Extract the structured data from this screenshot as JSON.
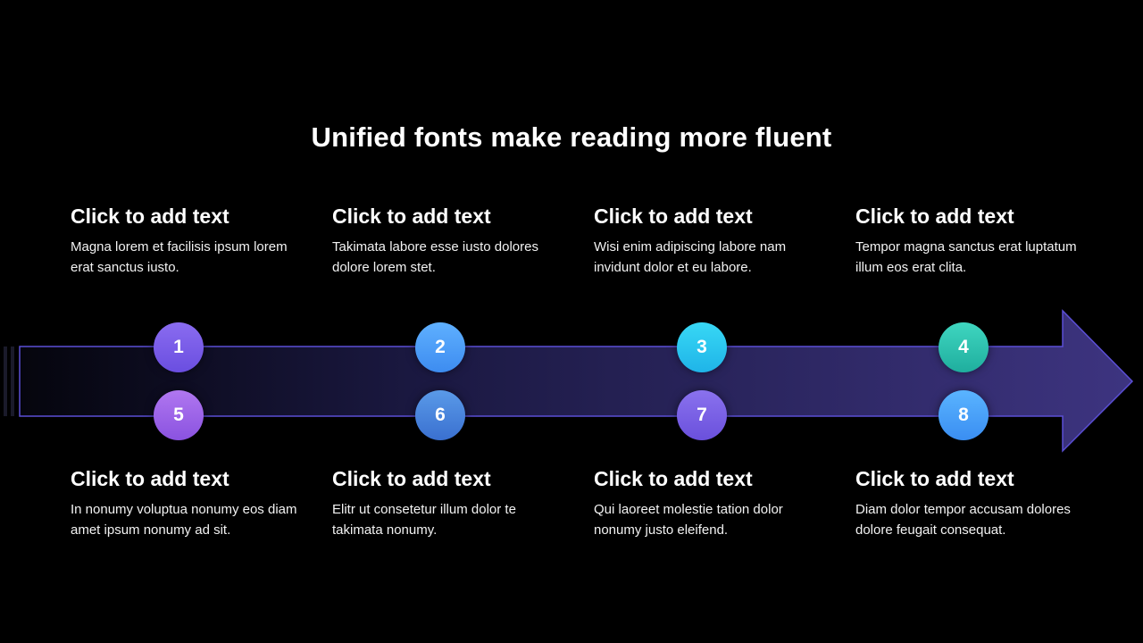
{
  "slide": {
    "title": "Unified fonts make reading more fluent"
  },
  "steps": [
    {
      "number": "1",
      "title": "Click to add text",
      "body": "Magna lorem et facilisis ipsum lorem erat sanctus iusto.",
      "color_from": "#8a6cf0",
      "color_to": "#6a4ee0"
    },
    {
      "number": "2",
      "title": "Click to add text",
      "body": "Takimata labore esse iusto dolores dolore lorem stet.",
      "color_from": "#5fb0ff",
      "color_to": "#3d8cf0"
    },
    {
      "number": "3",
      "title": "Click to add text",
      "body": "Wisi enim adipiscing labore nam invidunt dolor et eu labore.",
      "color_from": "#38d8f5",
      "color_to": "#1fb4e8"
    },
    {
      "number": "4",
      "title": "Click to add text",
      "body": "Tempor magna sanctus erat luptatum illum eos erat clita.",
      "color_from": "#3fd6c0",
      "color_to": "#1fae9e"
    },
    {
      "number": "5",
      "title": "Click to add text",
      "body": "In nonumy voluptua nonumy eos diam amet ipsum nonumy ad sit.",
      "color_from": "#b077f0",
      "color_to": "#8a52e0"
    },
    {
      "number": "6",
      "title": "Click to add text",
      "body": "Elitr ut consetetur illum dolor te takimata nonumy.",
      "color_from": "#5a9ae8",
      "color_to": "#3a70d0"
    },
    {
      "number": "7",
      "title": "Click to add text",
      "body": "Qui laoreet molestie tation dolor nonumy justo eleifend.",
      "color_from": "#8a72ee",
      "color_to": "#6a50dc"
    },
    {
      "number": "8",
      "title": "Click to add text",
      "body": "Diam dolor tempor accusam dolores dolore feugait consequat.",
      "color_from": "#5ab4ff",
      "color_to": "#3a8ef2"
    }
  ],
  "colors": {
    "background": "#000000",
    "arrow_start": "#0a0a18",
    "arrow_end": "#3d3480",
    "arrow_stroke": "#5b4fd6"
  }
}
